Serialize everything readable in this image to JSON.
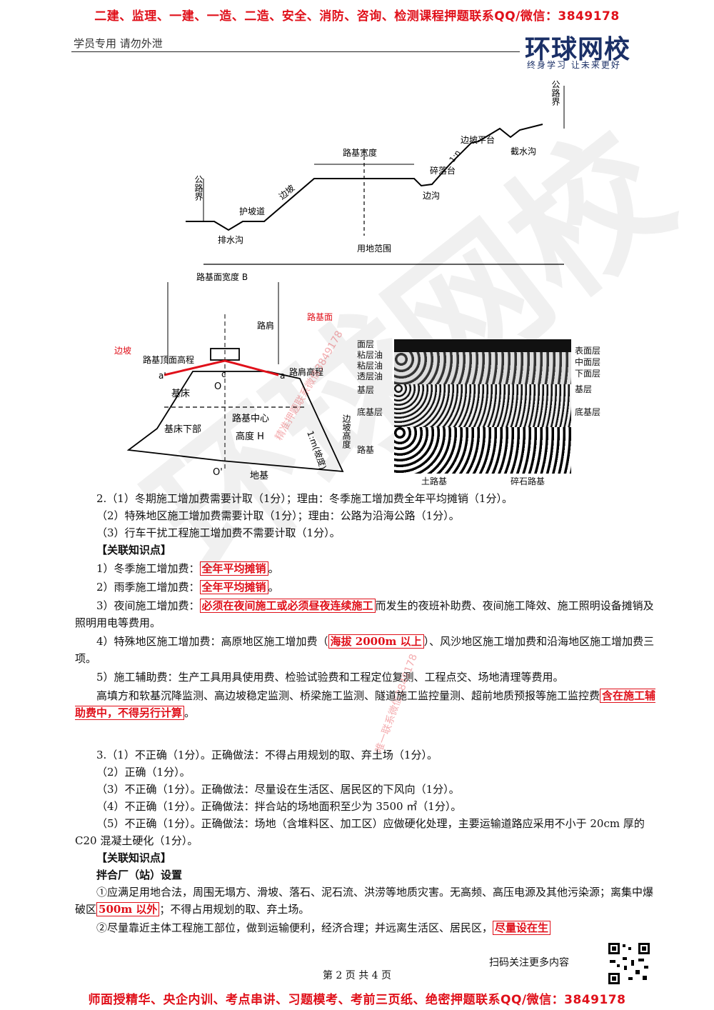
{
  "banner_top": "二建、监理、一建、一造、二造、安全、消防、咨询、检测课程押题联系QQ/微信：3849178",
  "header": {
    "left": "学员专用 请勿外泄",
    "logo": "环球网校",
    "logo_sub": "终身学习 让未来更好"
  },
  "watermark": {
    "big": "环球网校",
    "diag1": "精准押题联系微信3849178",
    "diag2": "唯一联系微信3849178"
  },
  "fig1": {
    "left_boundary": "公路界",
    "right_boundary": "公路界",
    "berm": "护坡道",
    "slope": "边坡",
    "width": "路基宽度",
    "rockfall": "碎落台",
    "slope_platform": "边坡平台",
    "ditch": "边沟",
    "intercept": "截水沟",
    "drain": "排水沟",
    "land": "用地范围",
    "ratio": "1:n"
  },
  "fig2": {
    "width": "路基面宽度 B",
    "shoulder": "路肩",
    "surface": "路基面",
    "slope": "边坡",
    "top_elev": "路基顶面高程",
    "shoulder_elev": "路肩高程",
    "bed": "基床",
    "bed_lower": "基床下部",
    "center": "路基中心",
    "height": "高度 H",
    "found": "地基",
    "slope_height": "边坡高度",
    "ratio": "1:m(坡度)",
    "a1": "a'",
    "c": "c",
    "a": "a",
    "o": "O",
    "o1": "O'"
  },
  "fig3": {
    "left_labels": [
      "面层",
      "粘层油",
      "粘层油",
      "透层油",
      "基层",
      "底基层",
      "路基"
    ],
    "right_labels": [
      "表面层",
      "中面层",
      "下面层",
      "基层",
      "底基层"
    ],
    "bottom_left": "土路基",
    "bottom_right": "碎石路基"
  },
  "body": {
    "q2_1": "2.（1）冬期施工增加费需要计取（1分）；理由：冬季施工增加费全年平均摊销（1分）。",
    "q2_2": "（2）特殊地区施工增加费需要计取（1分）；理由：公路为沿海公路（1分）。",
    "q2_3": "（3）行车干扰工程施工增加费不需要计取（1分）。",
    "kp": "【关联知识点】",
    "k1a": "1）冬季施工增加费：",
    "k1b": "全年平均摊销",
    "k1c": "。",
    "k2a": "2）雨季施工增加费：",
    "k2b": "全年平均摊销",
    "k2c": "。",
    "k3a": "3）夜间施工增加费：",
    "k3b": "必须在夜间施工或必须昼夜连续施工",
    "k3c": "而发生的夜班补助费、夜间施工降效、施工照明设备摊销及照明用电等费用。",
    "k4a": "4）特殊地区施工增加费：高原地区施工增加费（",
    "k4b": "海拔 2000m 以上",
    "k4c": "）、风沙地区施工增加费和沿海地区施工增加费三项。",
    "k5": "5）施工辅助费：生产工具用具使用费、检验试验费和工程定位复测、工程点交、场地清理等费用。",
    "k6a": "高填方和软基沉降监测、高边坡稳定监测、桥梁施工监测、隧道施工监控量测、超前地质预报等施工监控费",
    "k6b": "含在施工辅助费中，不得另行计算",
    "k6c": "。",
    "q3_1": "3.（1）不正确（1分）。正确做法：不得占用规划的取、弃土场（1分）。",
    "q3_2": "（2）正确（1分）。",
    "q3_3": "（3）不正确（1分）。正确做法：尽量设在生活区、居民区的下风向（1分）。",
    "q3_4": "（4）不正确（1分）。正确做法：拌合站的场地面积至少为 3500 ㎡（1分）。",
    "q3_5": "（5）不正确（1分）。正确做法：场地（含堆料区、加工区）应做硬化处理，主要运输道路应采用不小于 20cm 厚的 C20 混凝土硬化（1分）。",
    "kp2": "【关联知识点】",
    "mix_title": "拌合厂（站）设置",
    "m1a": "①应满足用地合法，周围无塌方、滑坡、落石、泥石流、洪涝等地质灾害。无高频、高压电源及其他污染源；离集中爆破区",
    "m1b": "500m 以外",
    "m1c": "；不得占用规划的取、弃土场。",
    "m2a": "②尽量靠近主体工程施工部位，做到运输便利，经济合理；并远离生活区、居民区，",
    "m2b": "尽量设在生"
  },
  "footer": {
    "scan": "扫码关注更多内容",
    "page": "第 2 页 共 4 页",
    "banner_bottom": "师面授精华、央企内训、考点串讲、习题模考、考前三页纸、绝密押题联系QQ/微信：3849178"
  }
}
